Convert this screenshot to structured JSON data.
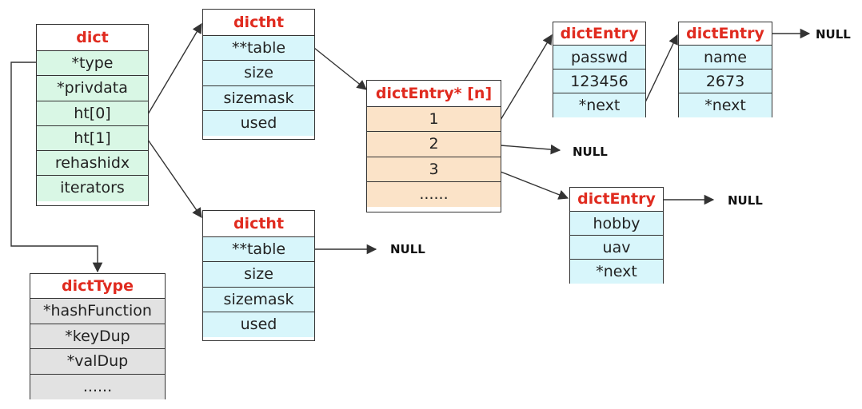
{
  "dict": {
    "title": "dict",
    "fields": [
      "*type",
      "*privdata",
      "ht[0]",
      "ht[1]",
      "rehashidx",
      "iterators"
    ]
  },
  "dictht0": {
    "title": "dictht",
    "fields": [
      "**table",
      "size",
      "sizemask",
      "used"
    ]
  },
  "dictht1": {
    "title": "dictht",
    "fields": [
      "**table",
      "size",
      "sizemask",
      "used"
    ]
  },
  "table": {
    "title": "dictEntry* [n]",
    "slots": [
      "1",
      "2",
      "3",
      "......"
    ]
  },
  "entry_passwd": {
    "title": "dictEntry",
    "fields": [
      "passwd",
      "123456",
      "*next"
    ]
  },
  "entry_name": {
    "title": "dictEntry",
    "fields": [
      "name",
      "2673",
      "*next"
    ]
  },
  "entry_hobby": {
    "title": "dictEntry",
    "fields": [
      "hobby",
      "uav",
      "*next"
    ]
  },
  "dictType": {
    "title": "dictType",
    "fields": [
      "*hashFunction",
      "*keyDup",
      "*valDup",
      "......"
    ]
  },
  "null_labels": {
    "entry_name_next": "NULL",
    "slot2": "NULL",
    "entry_hobby_next": "NULL",
    "dictht1_table": "NULL"
  }
}
